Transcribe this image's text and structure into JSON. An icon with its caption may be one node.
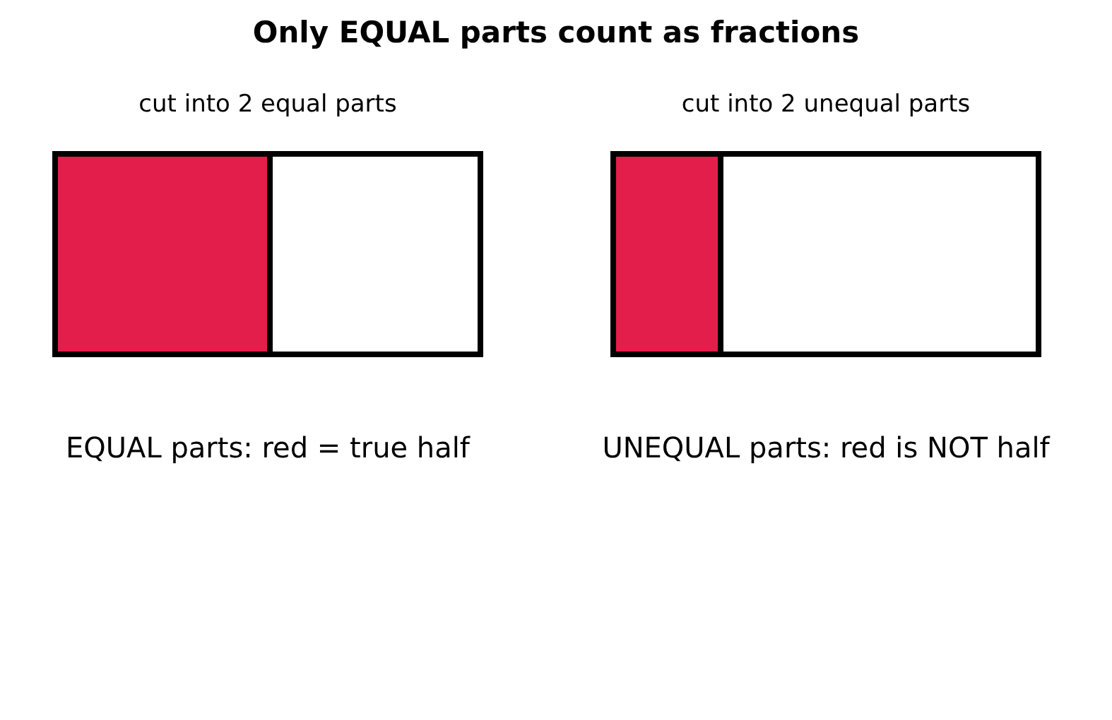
{
  "diagram": {
    "title": "Only EQUAL parts count as fractions",
    "nodes": [
      {
        "text": [
          "cut into 2 equal parts"
        ],
        "beside": [
          "EQUAL parts: red = true half"
        ]
      },
      {
        "text": [],
        "shape": "box",
        "in": 0
      },
      {
        "text": [],
        "shape": "box",
        "in": 0
      },
      {
        "text": [
          "cut into 2 unequal parts"
        ],
        "beside": [
          "UNEQUAL parts: red is NOT half"
        ]
      },
      {
        "text": [],
        "shape": "box",
        "in": 3
      },
      {
        "text": [],
        "shape": "box",
        "in": 3
      }
    ]
  }
}
